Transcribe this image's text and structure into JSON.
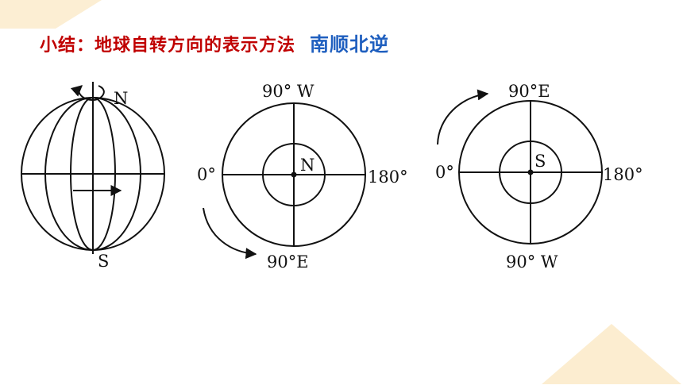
{
  "slide": {
    "title": "小结：地球自转方向的表示方法",
    "rule": "南顺北逆",
    "accent_color": "#c00000",
    "rule_color": "#1f5fbf",
    "deco_color": "#fbe8c4"
  },
  "globe": {
    "north_label": "N",
    "south_label": "S"
  },
  "north_view": {
    "top_label": "90° W",
    "left_label": "0°",
    "right_label": "180°",
    "bottom_label": "90°E",
    "center_label": "N"
  },
  "south_view": {
    "top_label": "90°E",
    "left_label": "0°",
    "right_label": "180°",
    "bottom_label": "90° W",
    "center_label": "S"
  }
}
